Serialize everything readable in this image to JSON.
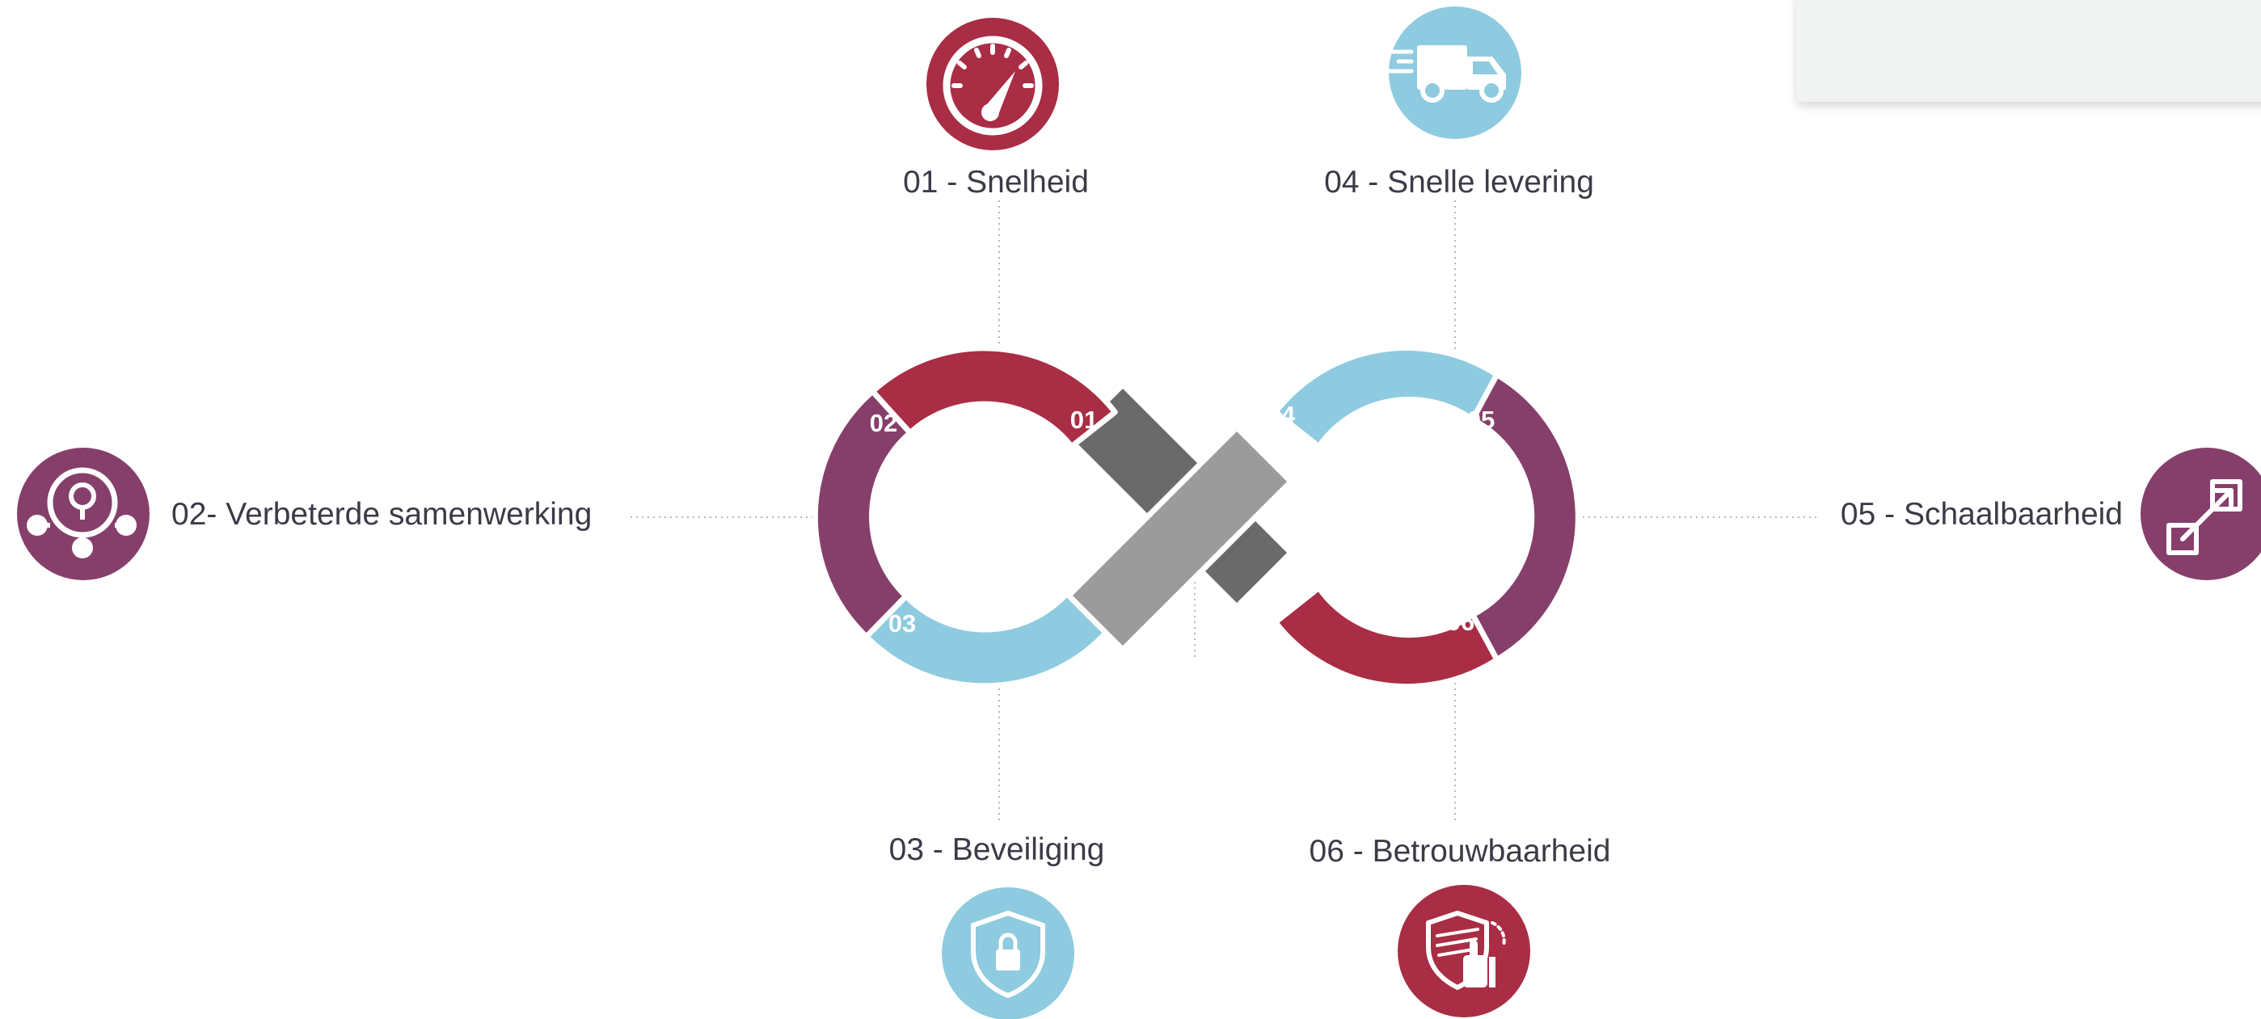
{
  "colors": {
    "red": "#a92d44",
    "purple": "#863f6a",
    "light_blue": "#8ecbe0",
    "dark_gray": "#6a6a6a",
    "light_gray": "#9b9b9b",
    "text": "#3b3b48"
  },
  "segments": [
    {
      "num": "01",
      "label": "01 - Snelheid",
      "color": "red",
      "icon": "speedometer-icon"
    },
    {
      "num": "02",
      "label": "02- Verbeterde samenwerking",
      "color": "purple",
      "icon": "lightbulb-network-icon"
    },
    {
      "num": "03",
      "label": "03 - Beveiliging",
      "color": "light_blue",
      "icon": "shield-lock-icon"
    },
    {
      "num": "04",
      "label": "04 - Snelle levering",
      "color": "light_blue",
      "icon": "delivery-truck-icon"
    },
    {
      "num": "05",
      "label": "05 - Schaalbaarheid",
      "color": "purple",
      "icon": "expand-arrows-icon"
    },
    {
      "num": "06",
      "label": "06 - Betrouwbaarheid",
      "color": "red",
      "icon": "shield-thumbs-up-icon"
    }
  ]
}
